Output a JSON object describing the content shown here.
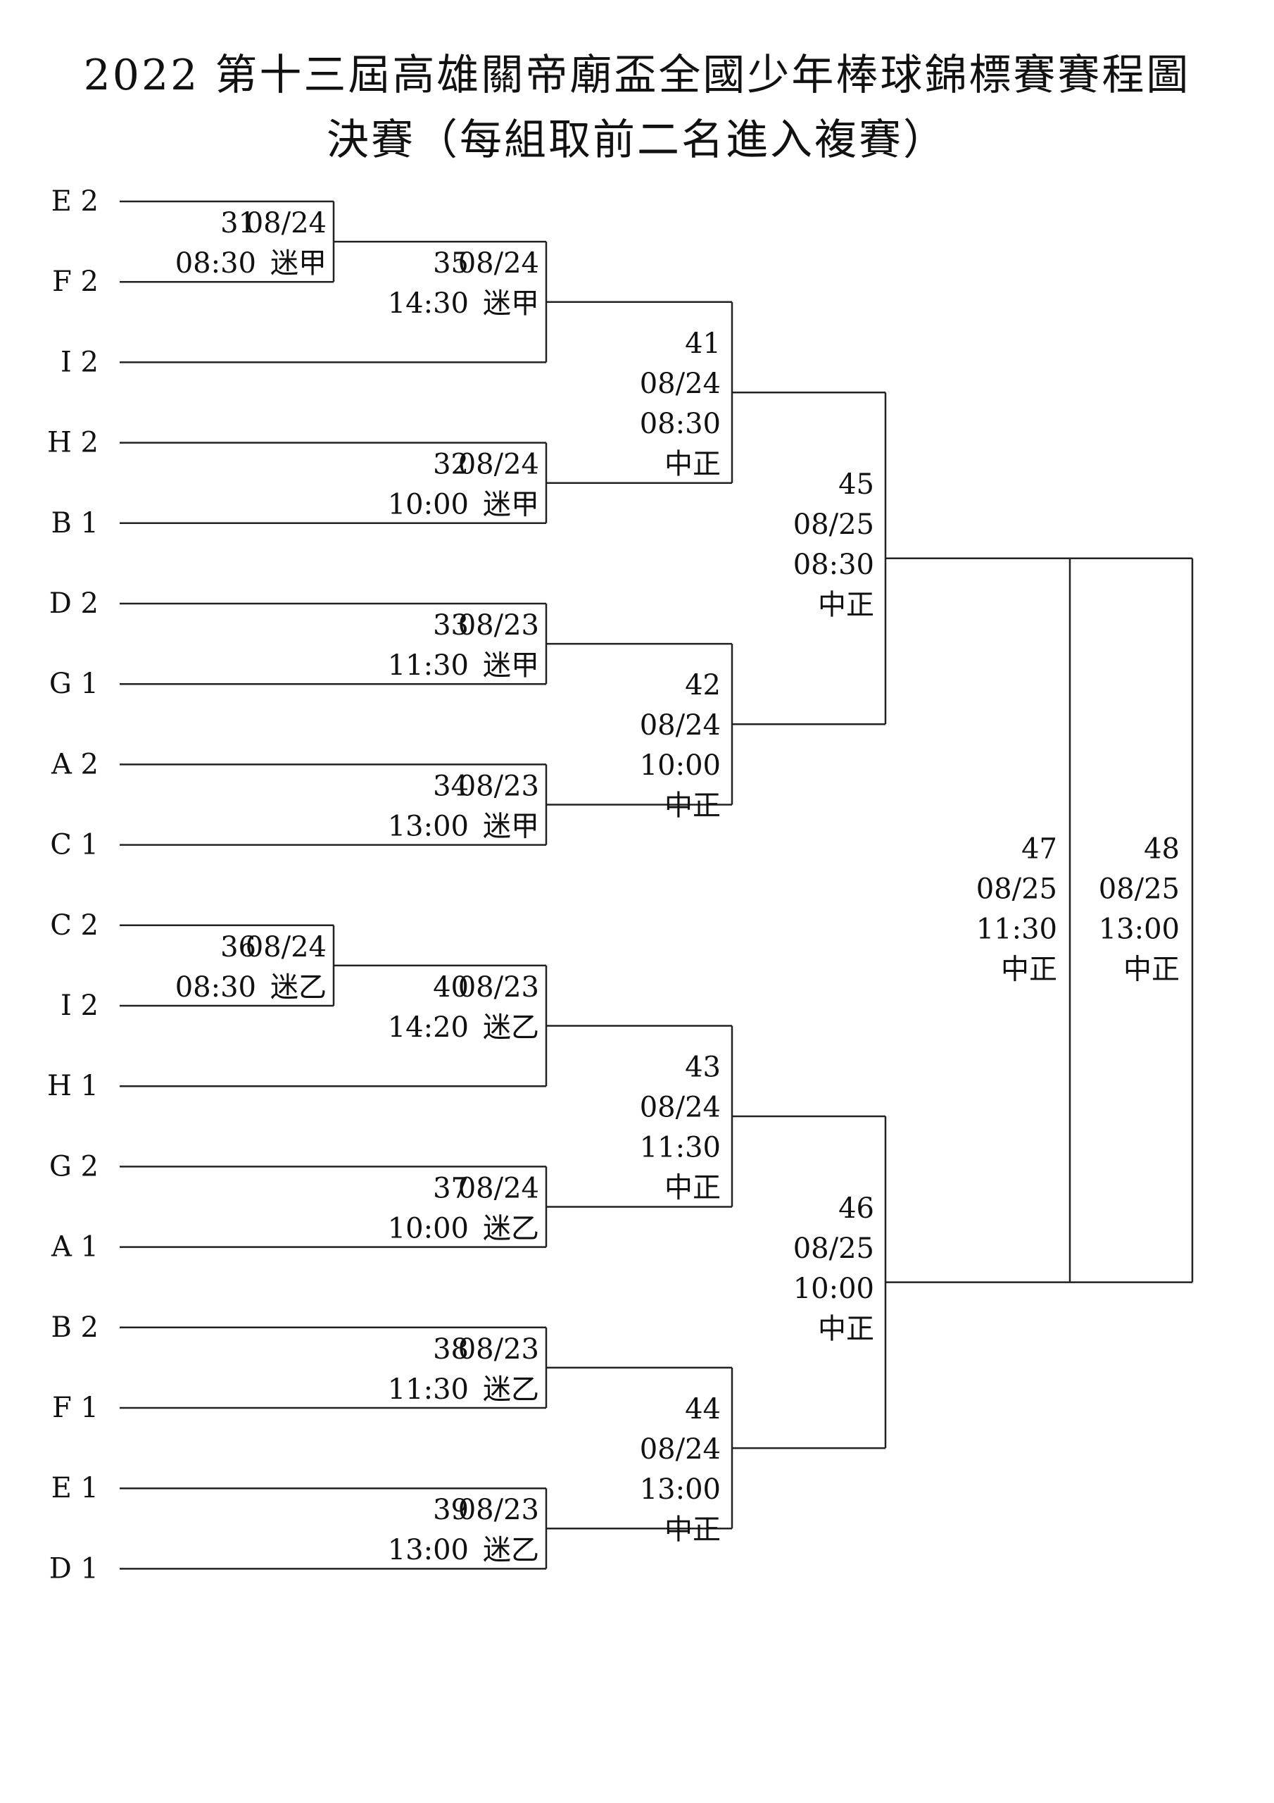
{
  "title": {
    "line1": "2022 第十三屆高雄關帝廟盃全國少年棒球錦標賽賽程圖",
    "line2": "決賽（每組取前二名進入複賽）"
  },
  "teams": [
    "E 2",
    "F 2",
    "I 2",
    "H 2",
    "B 1",
    "D 2",
    "G 1",
    "A 2",
    "C 1",
    "C 2",
    "I 2",
    "H 1",
    "G 2",
    "A 1",
    "B 2",
    "F 1",
    "E 1",
    "D 1"
  ],
  "games": [
    {
      "no": "31",
      "date": "08/24",
      "time": "08:30",
      "venue": "迷甲"
    },
    {
      "no": "35",
      "date": "08/24",
      "time": "14:30",
      "venue": "迷甲"
    },
    {
      "no": "32",
      "date": "08/24",
      "time": "10:00",
      "venue": "迷甲"
    },
    {
      "no": "33",
      "date": "08/23",
      "time": "11:30",
      "venue": "迷甲"
    },
    {
      "no": "34",
      "date": "08/23",
      "time": "13:00",
      "venue": "迷甲"
    },
    {
      "no": "36",
      "date": "08/24",
      "time": "08:30",
      "venue": "迷乙"
    },
    {
      "no": "40",
      "date": "08/23",
      "time": "14:20",
      "venue": "迷乙"
    },
    {
      "no": "37",
      "date": "08/24",
      "time": "10:00",
      "venue": "迷乙"
    },
    {
      "no": "38",
      "date": "08/23",
      "time": "11:30",
      "venue": "迷乙"
    },
    {
      "no": "39",
      "date": "08/23",
      "time": "13:00",
      "venue": "迷乙"
    },
    {
      "no": "41",
      "date": "08/24",
      "time": "08:30",
      "venue": "中正"
    },
    {
      "no": "42",
      "date": "08/24",
      "time": "10:00",
      "venue": "中正"
    },
    {
      "no": "43",
      "date": "08/24",
      "time": "11:30",
      "venue": "中正"
    },
    {
      "no": "44",
      "date": "08/24",
      "time": "13:00",
      "venue": "中正"
    },
    {
      "no": "45",
      "date": "08/25",
      "time": "08:30",
      "venue": "中正"
    },
    {
      "no": "46",
      "date": "08/25",
      "time": "10:00",
      "venue": "中正"
    },
    {
      "no": "47",
      "date": "08/25",
      "time": "11:30",
      "venue": "中正"
    },
    {
      "no": "48",
      "date": "08/25",
      "time": "13:00",
      "venue": "中正"
    }
  ]
}
